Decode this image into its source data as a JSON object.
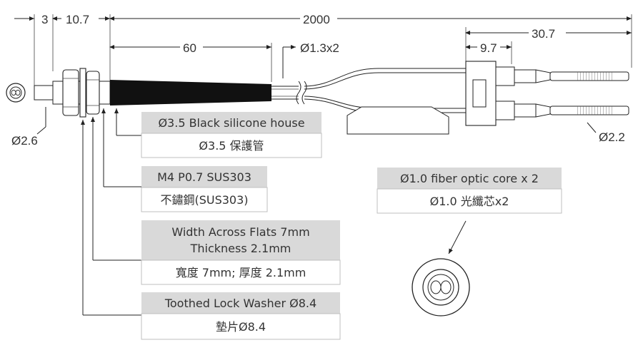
{
  "dimensions": {
    "d3": "3",
    "d10_7": "10.7",
    "d2000": "2000",
    "d60": "60",
    "d1_3": "Ø1.3x2",
    "d2_6": "Ø2.6",
    "d30_7": "30.7",
    "d9_7": "9.7",
    "d2_2": "Ø2.2"
  },
  "callouts": {
    "silicone": {
      "en": "Ø3.5 Black silicone house",
      "zh": "Ø3.5 保護管"
    },
    "thread": {
      "en": "M4 P0.7 SUS303",
      "zh": "不鏽鋼(SUS303)"
    },
    "nut": {
      "en1": "Width Across Flats 7mm",
      "en2": "Thickness 2.1mm",
      "zh": "寬度 7mm; 厚度 2.1mm"
    },
    "washer": {
      "en": "Toothed Lock Washer Ø8.4",
      "zh": "墊片Ø8.4"
    },
    "fiber": {
      "en": "Ø1.0 fiber optic core x 2",
      "zh": "Ø1.0 光纖芯x2"
    }
  },
  "colors": {
    "header": "#d9d9d9",
    "line": "#222222",
    "sleeve": "#111111"
  }
}
